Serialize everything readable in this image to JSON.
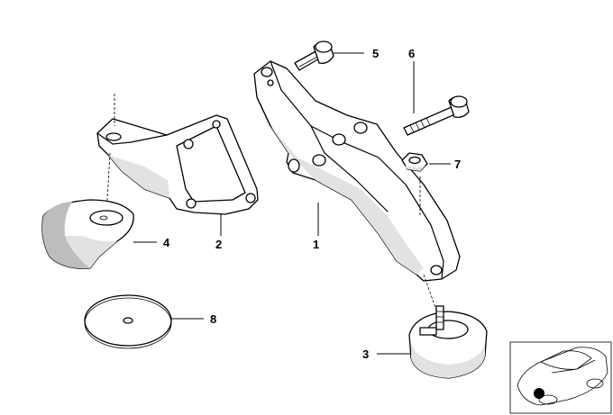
{
  "callouts": [
    {
      "id": "c1",
      "label": "1"
    },
    {
      "id": "c2",
      "label": "2"
    },
    {
      "id": "c3",
      "label": "3"
    },
    {
      "id": "c4",
      "label": "4"
    },
    {
      "id": "c5",
      "label": "5"
    },
    {
      "id": "c6",
      "label": "6"
    },
    {
      "id": "c7",
      "label": "7"
    },
    {
      "id": "c8",
      "label": "8"
    }
  ],
  "colors": {
    "line": "#000000",
    "background": "#ffffff",
    "shading": "#e2e2e2",
    "locator_dot": "#000000"
  }
}
